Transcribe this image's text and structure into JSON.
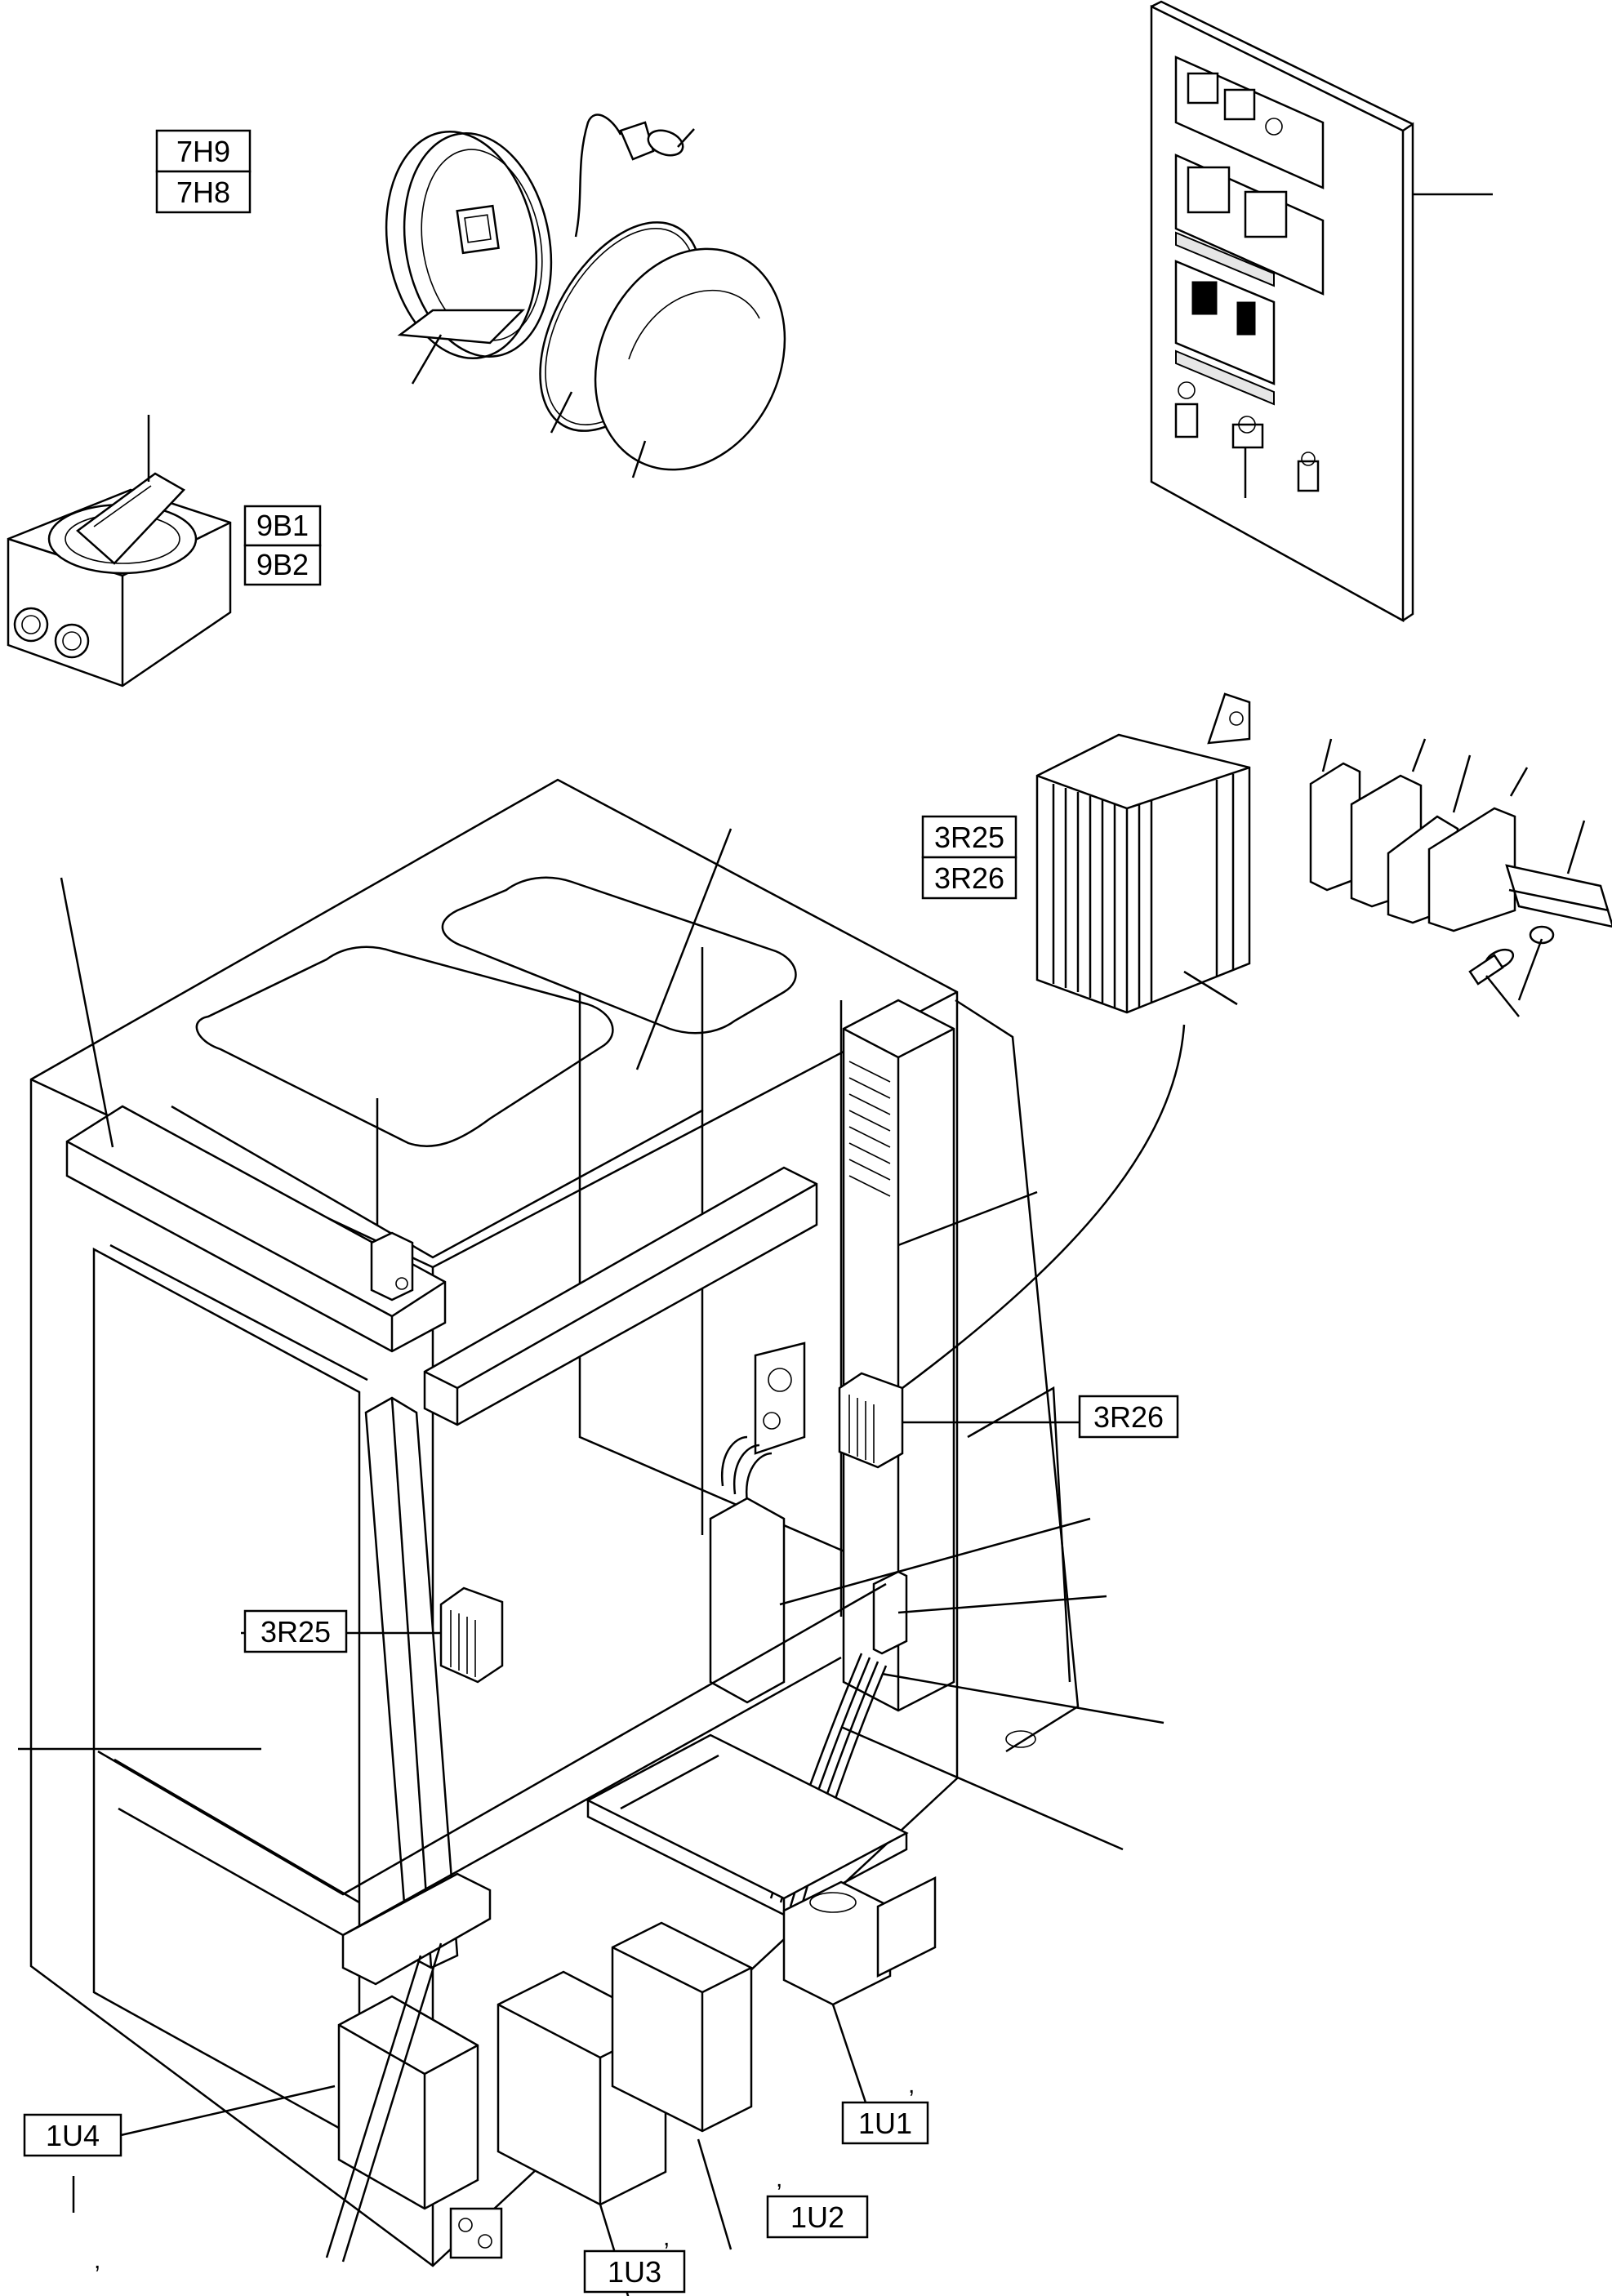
{
  "labels": {
    "ref_7h9": "7H9",
    "ref_7h8": "7H8",
    "ref_9b1": "9B1",
    "ref_9b2": "9B2",
    "ref_3r25_top": "3R25",
    "ref_3r26_top": "3R26",
    "ref_3r26_side": "3R26",
    "ref_3r25_side": "3R25",
    "ref_1u1": "1U1",
    "ref_1u2": "1U2",
    "ref_1u3": "1U3",
    "ref_1u4": "1U4"
  },
  "marks": {
    "apostrophe": ","
  },
  "colors": {
    "line": "#000000",
    "background": "#ffffff",
    "shade": "#e6e6e6"
  },
  "icons": {
    "beacon_lamp": "beacon-lamp-icon",
    "main_switch": "rotary-switch-icon",
    "control_panel": "control-panel-icon",
    "heater": "heater-icon",
    "terminal_blocks": "terminal-block-icon",
    "cabinet": "cabinet-icon",
    "transformer": "transformer-icon"
  }
}
